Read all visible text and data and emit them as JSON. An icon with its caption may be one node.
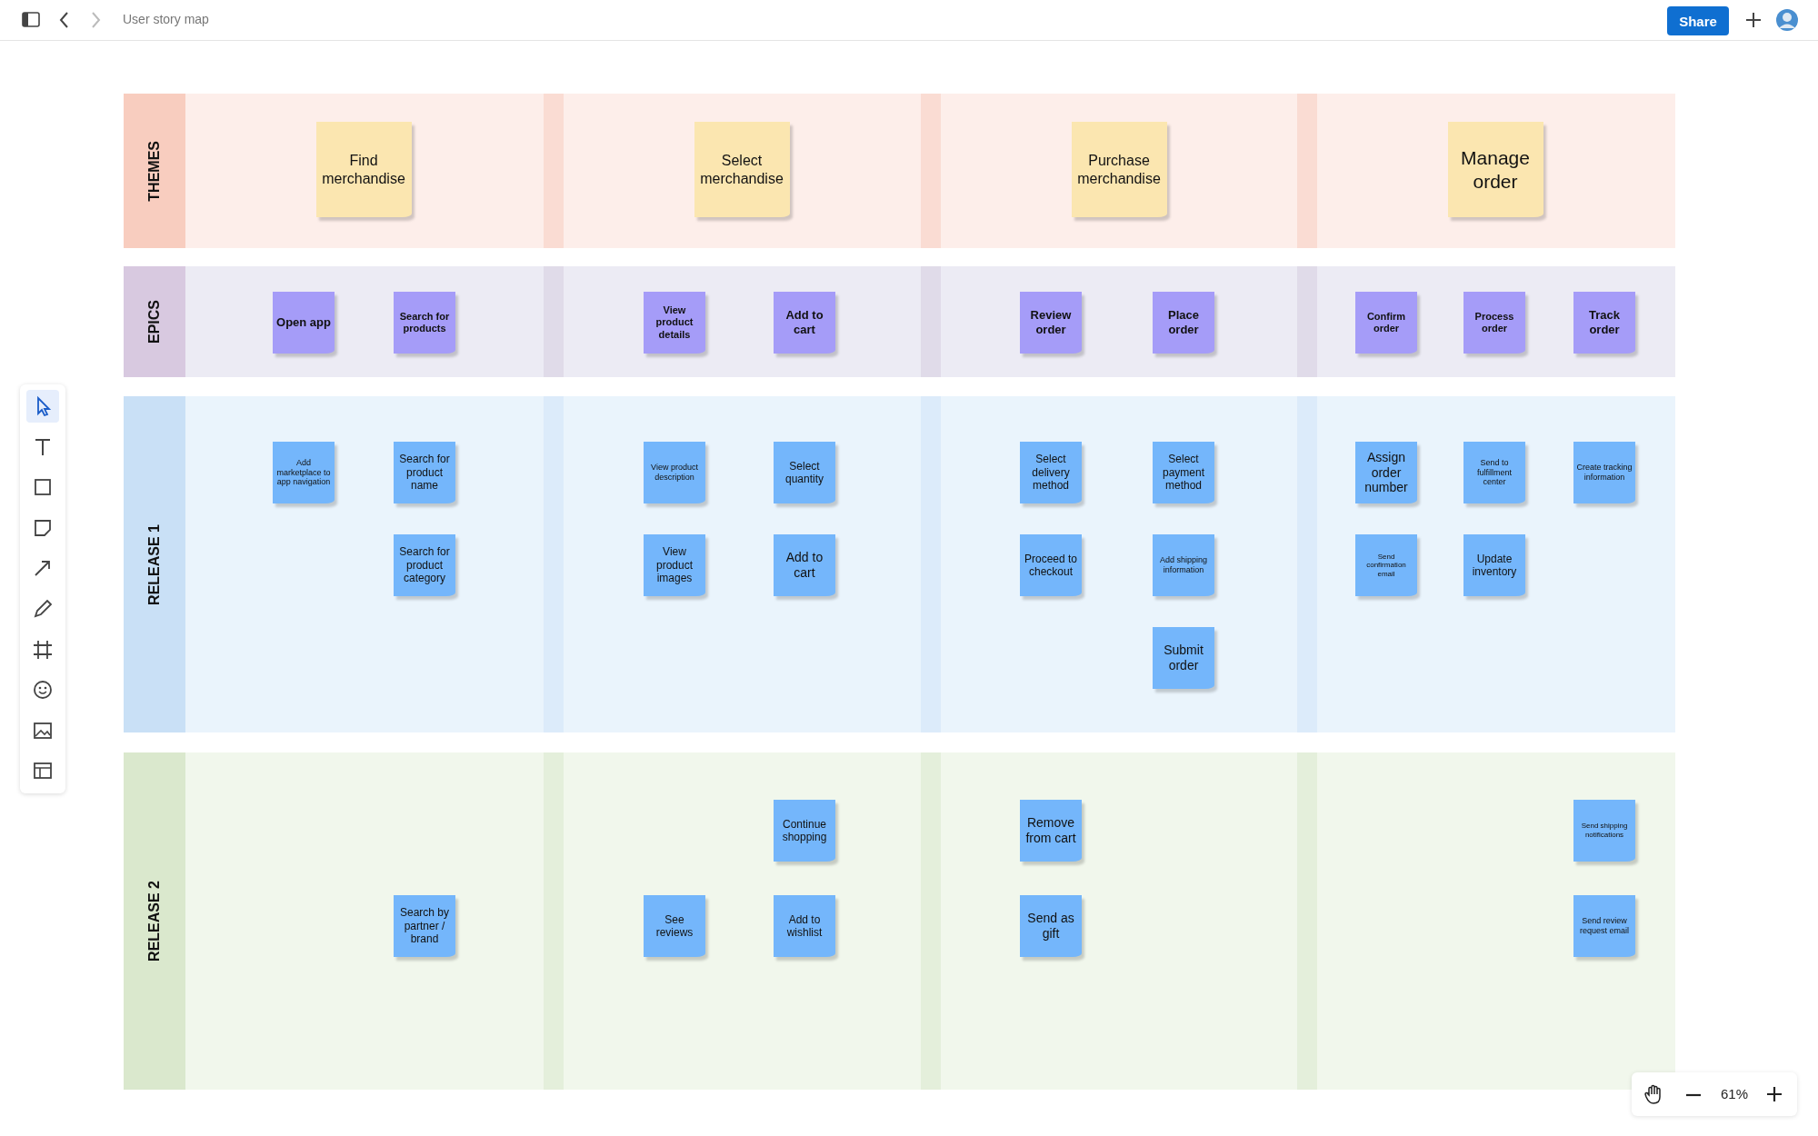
{
  "diagram": {
    "title": "User story map",
    "nodes": [
      {
        "text": [
          "THEMES"
        ]
      },
      {
        "text": [
          "Find merchandise"
        ],
        "in": 0
      },
      {
        "text": [
          "Select merchandise"
        ],
        "in": 0
      },
      {
        "text": [
          "Purchase merchandise"
        ],
        "in": 0
      },
      {
        "text": [
          "Manage order"
        ],
        "in": 0
      },
      {
        "text": [
          "EPICS"
        ]
      },
      {
        "text": [
          "Open app"
        ],
        "in": 5
      },
      {
        "text": [
          "Search for products"
        ],
        "in": 5
      },
      {
        "text": [
          "View product details"
        ],
        "in": 5
      },
      {
        "text": [
          "Add to cart"
        ],
        "in": 5
      },
      {
        "text": [
          "Review order"
        ],
        "in": 5
      },
      {
        "text": [
          "Place order"
        ],
        "in": 5
      },
      {
        "text": [
          "Confirm order"
        ],
        "in": 5
      },
      {
        "text": [
          "Process order"
        ],
        "in": 5
      },
      {
        "text": [
          "Track order"
        ],
        "in": 5
      },
      {
        "text": [
          "RELEASE 1"
        ]
      },
      {
        "text": [
          "Add marketplace to app navigation"
        ],
        "in": 15
      },
      {
        "text": [
          "Search for product name"
        ],
        "in": 15
      },
      {
        "text": [
          "View product description"
        ],
        "in": 15
      },
      {
        "text": [
          "Select quantity"
        ],
        "in": 15
      },
      {
        "text": [
          "Select delivery method"
        ],
        "in": 15
      },
      {
        "text": [
          "Select payment method"
        ],
        "in": 15
      },
      {
        "text": [
          "Assign order number"
        ],
        "in": 15
      },
      {
        "text": [
          "Send to fulfillment center"
        ],
        "in": 15
      },
      {
        "text": [
          "Create tracking information"
        ],
        "in": 15
      },
      {
        "text": [
          "Search for product category"
        ],
        "in": 15
      },
      {
        "text": [
          "View product images"
        ],
        "in": 15
      },
      {
        "text": [
          "Add to cart"
        ],
        "in": 15
      },
      {
        "text": [
          "Proceed to checkout"
        ],
        "in": 15
      },
      {
        "text": [
          "Add shipping information"
        ],
        "in": 15
      },
      {
        "text": [
          "Send confirmation email"
        ],
        "in": 15
      },
      {
        "text": [
          "Update inventory"
        ],
        "in": 15
      },
      {
        "text": [
          "Submit order"
        ],
        "in": 15
      },
      {
        "text": [
          "RELEASE 2"
        ]
      },
      {
        "text": [
          "Continue shopping"
        ],
        "in": 33
      },
      {
        "text": [
          "Remove from cart"
        ],
        "in": 33
      },
      {
        "text": [
          "Send shipping notifications"
        ],
        "in": 33
      },
      {
        "text": [
          "Search by partner / brand"
        ],
        "in": 33
      },
      {
        "text": [
          "See reviews"
        ],
        "in": 33
      },
      {
        "text": [
          "Add to wishlist"
        ],
        "in": 33
      },
      {
        "text": [
          "Send as gift"
        ],
        "in": 33
      },
      {
        "text": [
          "Send review request email"
        ],
        "in": 33
      }
    ],
    "edges": [],
    "labels": [
      "Share",
      "61%"
    ]
  }
}
